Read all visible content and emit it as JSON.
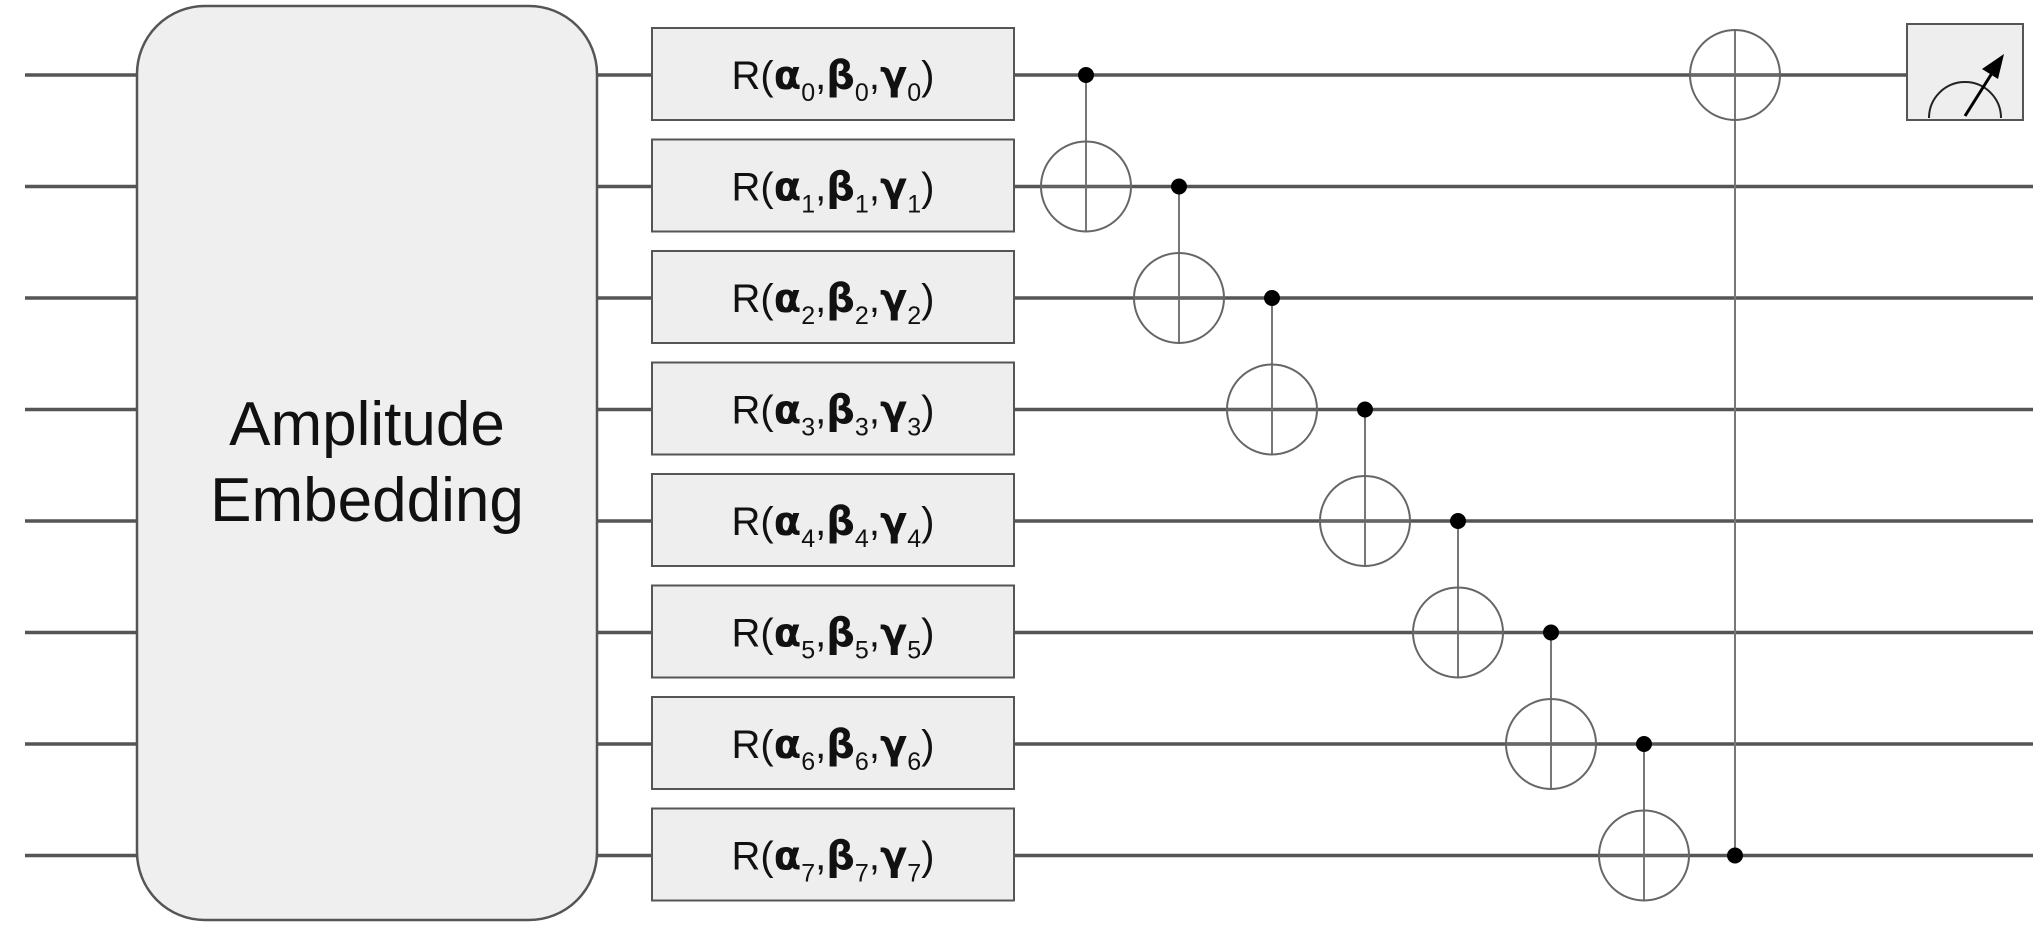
{
  "diagram": {
    "embedding_label_lines": [
      "Amplitude",
      "Embedding"
    ],
    "rotation_gate": {
      "prefix": "R(",
      "suffix": ")",
      "symbols": [
        "α",
        "β",
        "γ"
      ],
      "separator": ","
    },
    "qubit_indices": [
      "0",
      "1",
      "2",
      "3",
      "4",
      "5",
      "6",
      "7"
    ],
    "cnot_gates": [
      {
        "control": 0,
        "target": 1
      },
      {
        "control": 1,
        "target": 2
      },
      {
        "control": 2,
        "target": 3
      },
      {
        "control": 3,
        "target": 4
      },
      {
        "control": 4,
        "target": 5
      },
      {
        "control": 5,
        "target": 6
      },
      {
        "control": 6,
        "target": 7
      },
      {
        "control": 7,
        "target": 0
      }
    ],
    "measured_qubit": 0
  }
}
